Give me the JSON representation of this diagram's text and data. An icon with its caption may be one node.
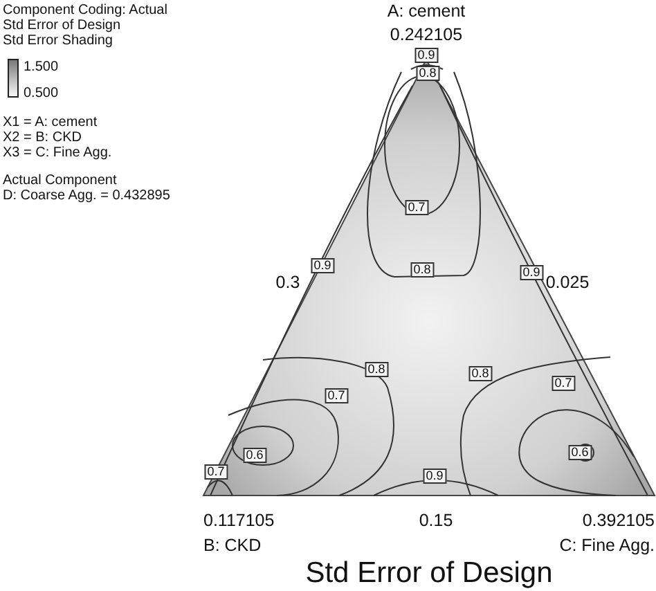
{
  "diagram": {
    "caption": "Std Error of Design",
    "labels": [
      "Component Coding: Actual",
      "Std Error of Design",
      "Std Error Shading",
      "1.500",
      "0.500",
      "X1 = A: cement",
      "X2 = B: CKD",
      "X3 = C: Fine Agg.",
      "Actual Component",
      "D: Coarse Agg. = 0.432895",
      "A: cement",
      "0.242105",
      "0.9",
      "0.8",
      "0.7",
      "0.9",
      "0.8",
      "0.9",
      "0.3",
      "0.025",
      "0.8",
      "0.8",
      "0.7",
      "0.7",
      "0.6",
      "0.6",
      "0.7",
      "0.9",
      "0.117105",
      "0.15",
      "0.392105",
      "B: CKD",
      "C: Fine Agg."
    ]
  }
}
